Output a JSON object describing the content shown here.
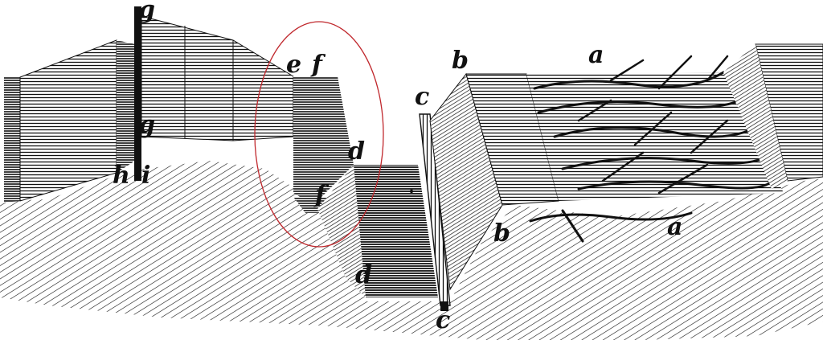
{
  "figure": {
    "labels": {
      "a_top": "a",
      "a_bottom": "a",
      "b_top": "b",
      "b_bottom": "b",
      "c_top": "c",
      "c_bottom": "c",
      "d_top": "d",
      "d_bottom": "d",
      "e": "e",
      "f_top": "f",
      "f_bottom": "f",
      "g_top": "g",
      "g_mid": "g",
      "h": "h",
      "i": "i"
    },
    "colors": {
      "ink": "#111111",
      "paper": "#ffffff",
      "highlight_ellipse": "#c0282d"
    }
  }
}
